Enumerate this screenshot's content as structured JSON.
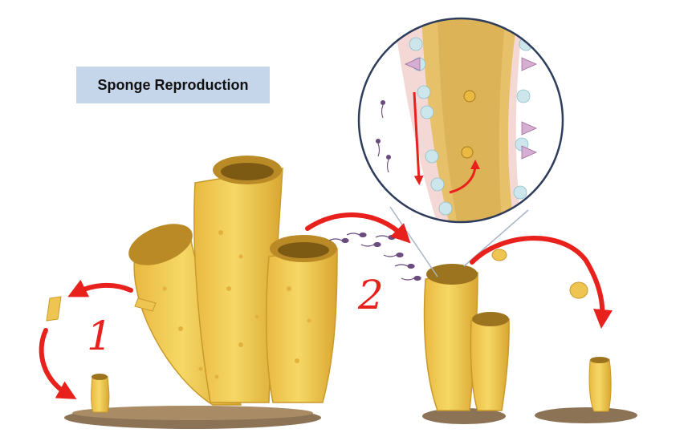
{
  "title": "Sponge Reproduction",
  "labels": {
    "step_1": "1",
    "step_2": "2"
  },
  "colors": {
    "title_bg": "#c5d5ea",
    "sponge": "#f2cc55",
    "sponge_dark": "#d9a630",
    "arrow": "#e8211c",
    "ground": "#8c7356",
    "sperm": "#6a4c7e",
    "lens_ring": "#2f3d5c"
  }
}
